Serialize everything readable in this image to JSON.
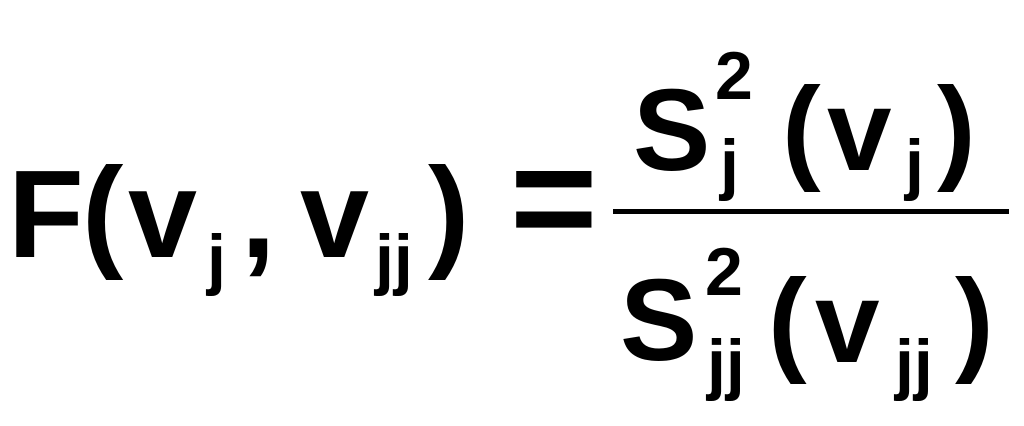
{
  "equation": {
    "lhs": {
      "func": "F",
      "open_paren": "(",
      "var1": "v",
      "var1_sub": "j",
      "comma": ",",
      "var2": "v",
      "var2_sub": "jj",
      "close_paren": ")"
    },
    "equals": "=",
    "numerator": {
      "symbol": "S",
      "sup": "2",
      "sub": "j",
      "open_paren": "(",
      "var": "v",
      "var_sub": "j",
      "close_paren": ")"
    },
    "denominator": {
      "symbol": "S",
      "sup": "2",
      "sub": "jj",
      "open_paren": "(",
      "var": "v",
      "var_sub": "jj",
      "close_paren": ")"
    }
  }
}
